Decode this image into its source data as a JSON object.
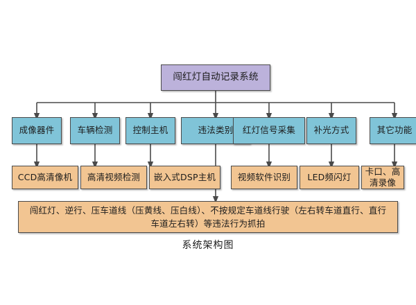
{
  "figure": {
    "caption": "系统架构图",
    "background_color": "#ffffff"
  },
  "colors": {
    "root_fill": "#bcb2db",
    "level2_fill": "#80c4d8",
    "level3_fill": "#f2c592",
    "detail_fill": "#f2c592",
    "border": "#4a4a4a",
    "connector": "#4a4a4a",
    "text": "#1c1c1c"
  },
  "diagram": {
    "type": "hierarchy",
    "root": {
      "label": "闯红灯自动记录系统"
    },
    "level2": [
      {
        "label": "成像器件"
      },
      {
        "label": "车辆检测"
      },
      {
        "label": "控制主机"
      },
      {
        "label": "违法类别"
      },
      {
        "label": "红灯信号采集"
      },
      {
        "label": "补光方式"
      },
      {
        "label": "其它功能"
      }
    ],
    "level3": [
      {
        "label": "CCD高清像机"
      },
      {
        "label": "高清视频检测"
      },
      {
        "label": "嵌入式DSP主机"
      },
      {
        "label": "视频软件识别"
      },
      {
        "label": "LED频闪灯"
      },
      {
        "label": "卡口、高清录像"
      }
    ],
    "detail": {
      "label": "闯红灯、逆行、压车道线（压黄线、压白线）、不按规定车道线行驶（左右转车道直行、直行车道左右转）等违法行为抓拍"
    }
  }
}
